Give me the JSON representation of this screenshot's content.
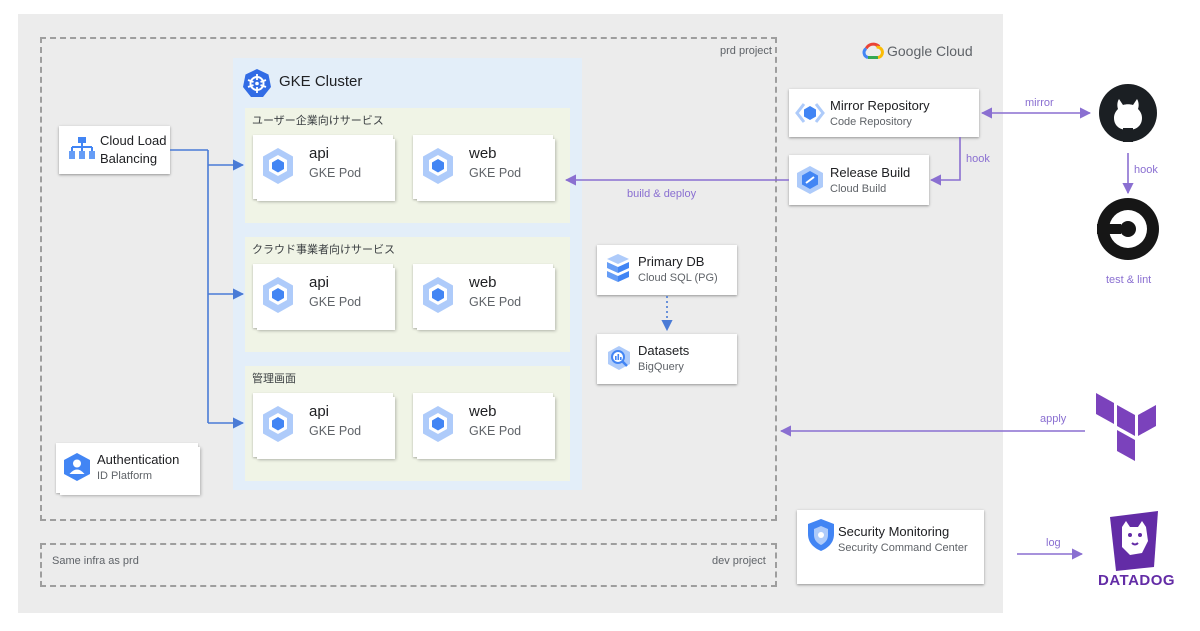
{
  "google_cloud": {
    "label": "Google Cloud"
  },
  "prd_project": {
    "label": "prd project"
  },
  "dev_project": {
    "label": "dev project",
    "note": "Same infra as prd"
  },
  "gke_cluster": {
    "title": "GKE Cluster"
  },
  "groups": [
    {
      "label": "ユーザー企業向けサービス",
      "pods": [
        {
          "title": "api",
          "sub": "GKE Pod"
        },
        {
          "title": "web",
          "sub": "GKE Pod"
        }
      ]
    },
    {
      "label": "クラウド事業者向けサービス",
      "pods": [
        {
          "title": "api",
          "sub": "GKE Pod"
        },
        {
          "title": "web",
          "sub": "GKE Pod"
        }
      ]
    },
    {
      "label": "管理画面",
      "pods": [
        {
          "title": "api",
          "sub": "GKE Pod"
        },
        {
          "title": "web",
          "sub": "GKE Pod"
        }
      ]
    }
  ],
  "load_balancer": {
    "title": "Cloud Load",
    "title2": "Balancing"
  },
  "authentication": {
    "title": "Authentication",
    "sub": "ID Platform"
  },
  "primary_db": {
    "title": "Primary DB",
    "sub": "Cloud SQL (PG)"
  },
  "datasets": {
    "title": "Datasets",
    "sub": "BigQuery"
  },
  "mirror_repo": {
    "title": "Mirror Repository",
    "sub": "Code Repository"
  },
  "release_build": {
    "title": "Release Build",
    "sub": "Cloud Build"
  },
  "security": {
    "title": "Security Monitoring",
    "sub": "Security Command Center"
  },
  "edges": {
    "build_deploy": "build & deploy",
    "hook_build": "hook",
    "mirror": "mirror",
    "hook_ci": "hook",
    "apply": "apply",
    "log": "log"
  },
  "external": {
    "ci_label": "test & lint",
    "datadog": "DATADOG"
  },
  "colors": {
    "panel": "#ececec",
    "cluster": "#e3eef9",
    "group": "#f0f4e6",
    "blue_arrow": "#4a7bd6",
    "purple_arrow": "#8a6fd1",
    "gcp_icon": "#4285f4",
    "terraform": "#7b42bc",
    "datadog": "#632ca6"
  }
}
